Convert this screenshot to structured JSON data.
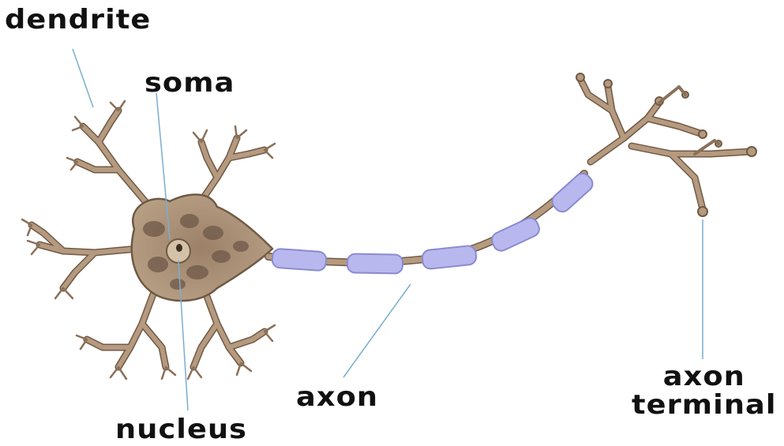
{
  "labels": {
    "dendrite": "dendrite",
    "soma": "soma",
    "nucleus": "nucleus",
    "axon": "axon",
    "axon_terminal_line1": "axon",
    "axon_terminal_line2": "terminal"
  },
  "colors": {
    "membrane_fill": "#b59a7f",
    "membrane_stroke": "#6f5a45",
    "cytoplasm_dark": "#6e5848",
    "myelin_fill": "#b8b8ee",
    "myelin_stroke": "#8a8ad0",
    "leader_line": "#7aaed0",
    "label_text": "#111111"
  }
}
